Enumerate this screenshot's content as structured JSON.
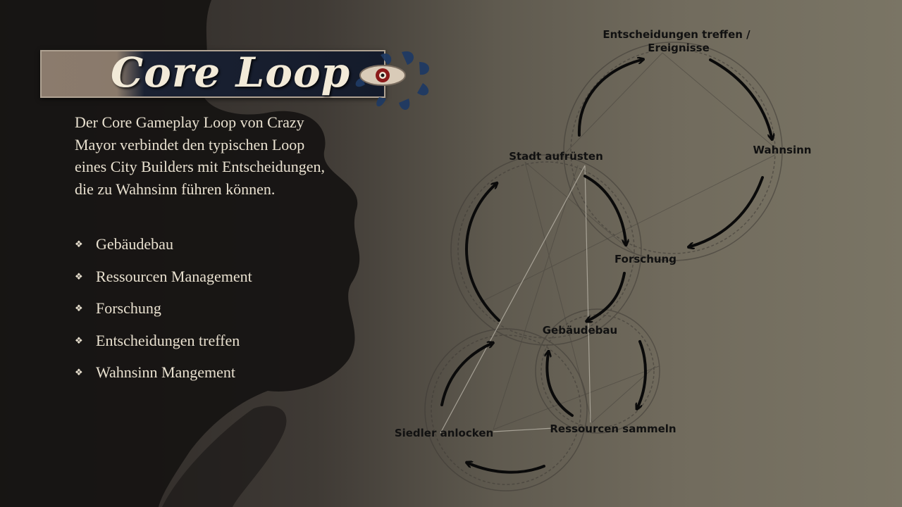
{
  "slide": {
    "title": "Core Loop",
    "intro": "Der Core Gameplay Loop von Crazy Mayor verbindet den typischen Loop eines City Builders mit Entscheidungen, die zu Wahnsinn führen können.",
    "bullet_glyph": "❖",
    "features": [
      "Gebäudebau",
      "Ressourcen Management",
      "Forschung",
      "Entscheidungen treffen",
      "Wahnsinn Mangement"
    ]
  },
  "diagram": {
    "nodes": {
      "decisions_line1": "Entscheidungen treffen /",
      "decisions_line2": "Ereignisse",
      "madness": "Wahnsinn",
      "upgrade_city": "Stadt aufrüsten",
      "research": "Forschung",
      "building": "Gebäudebau",
      "attract_settlers": "Siedler anlocken",
      "gather_resources": "Ressourcen sammeln"
    }
  },
  "colors": {
    "title_text": "#f2ead8",
    "body_text": "#e9e1d0",
    "banner_dark": "#141b2b",
    "banner_light": "#8b7b6d",
    "arrow": "#0a0a0a",
    "eye_accent": "#8b1a1a"
  }
}
